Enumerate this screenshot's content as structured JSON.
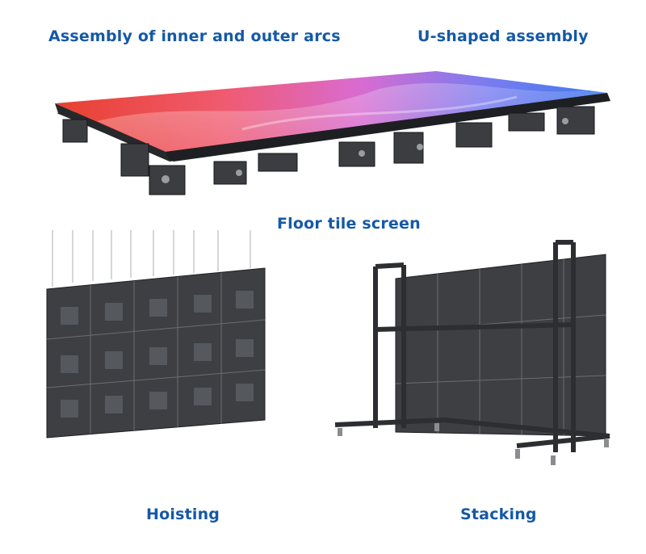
{
  "captions": {
    "inner_outer_arcs": "Assembly of inner and outer arcs",
    "u_shaped": "U-shaped assembly",
    "floor_tile": "Floor tile screen",
    "hoisting": "Hoisting",
    "stacking": "Stacking"
  },
  "colors": {
    "caption_text": "#1559a6",
    "background": "#ffffff",
    "cabinet_metal": "#3a3c40",
    "frame_steel": "#2c2e31"
  }
}
